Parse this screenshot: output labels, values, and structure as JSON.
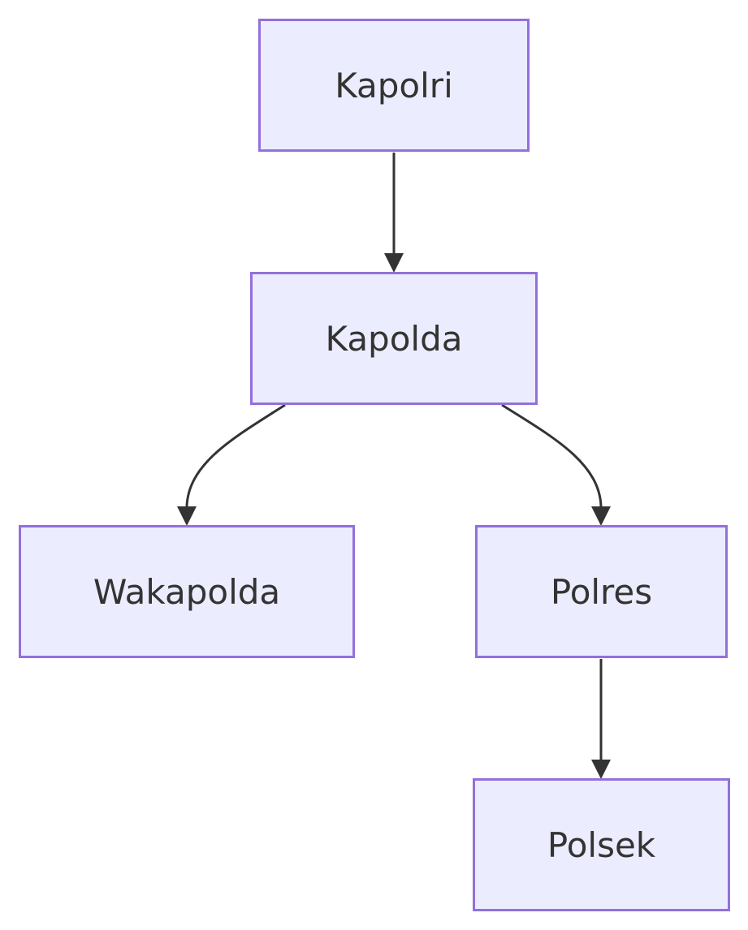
{
  "colors": {
    "node_fill": "#ECECFF",
    "node_border": "#9370DB",
    "edge": "#333333",
    "text": "#333333"
  },
  "nodes": {
    "kapolri": {
      "label": "Kapolri"
    },
    "kapolda": {
      "label": "Kapolda"
    },
    "wakapolda": {
      "label": "Wakapolda"
    },
    "polres": {
      "label": "Polres"
    },
    "polsek": {
      "label": "Polsek"
    }
  },
  "edges": [
    {
      "from": "kapolri",
      "to": "kapolda"
    },
    {
      "from": "kapolda",
      "to": "wakapolda"
    },
    {
      "from": "kapolda",
      "to": "polres"
    },
    {
      "from": "polres",
      "to": "polsek"
    }
  ]
}
